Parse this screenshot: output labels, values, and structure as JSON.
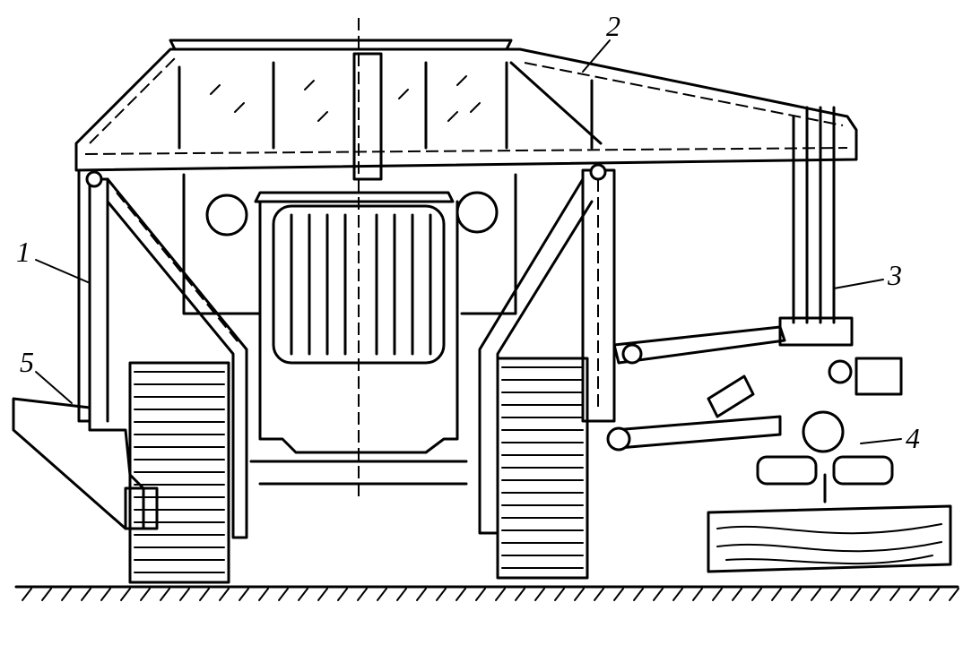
{
  "callouts": [
    "1",
    "2",
    "3",
    "4",
    "5"
  ]
}
